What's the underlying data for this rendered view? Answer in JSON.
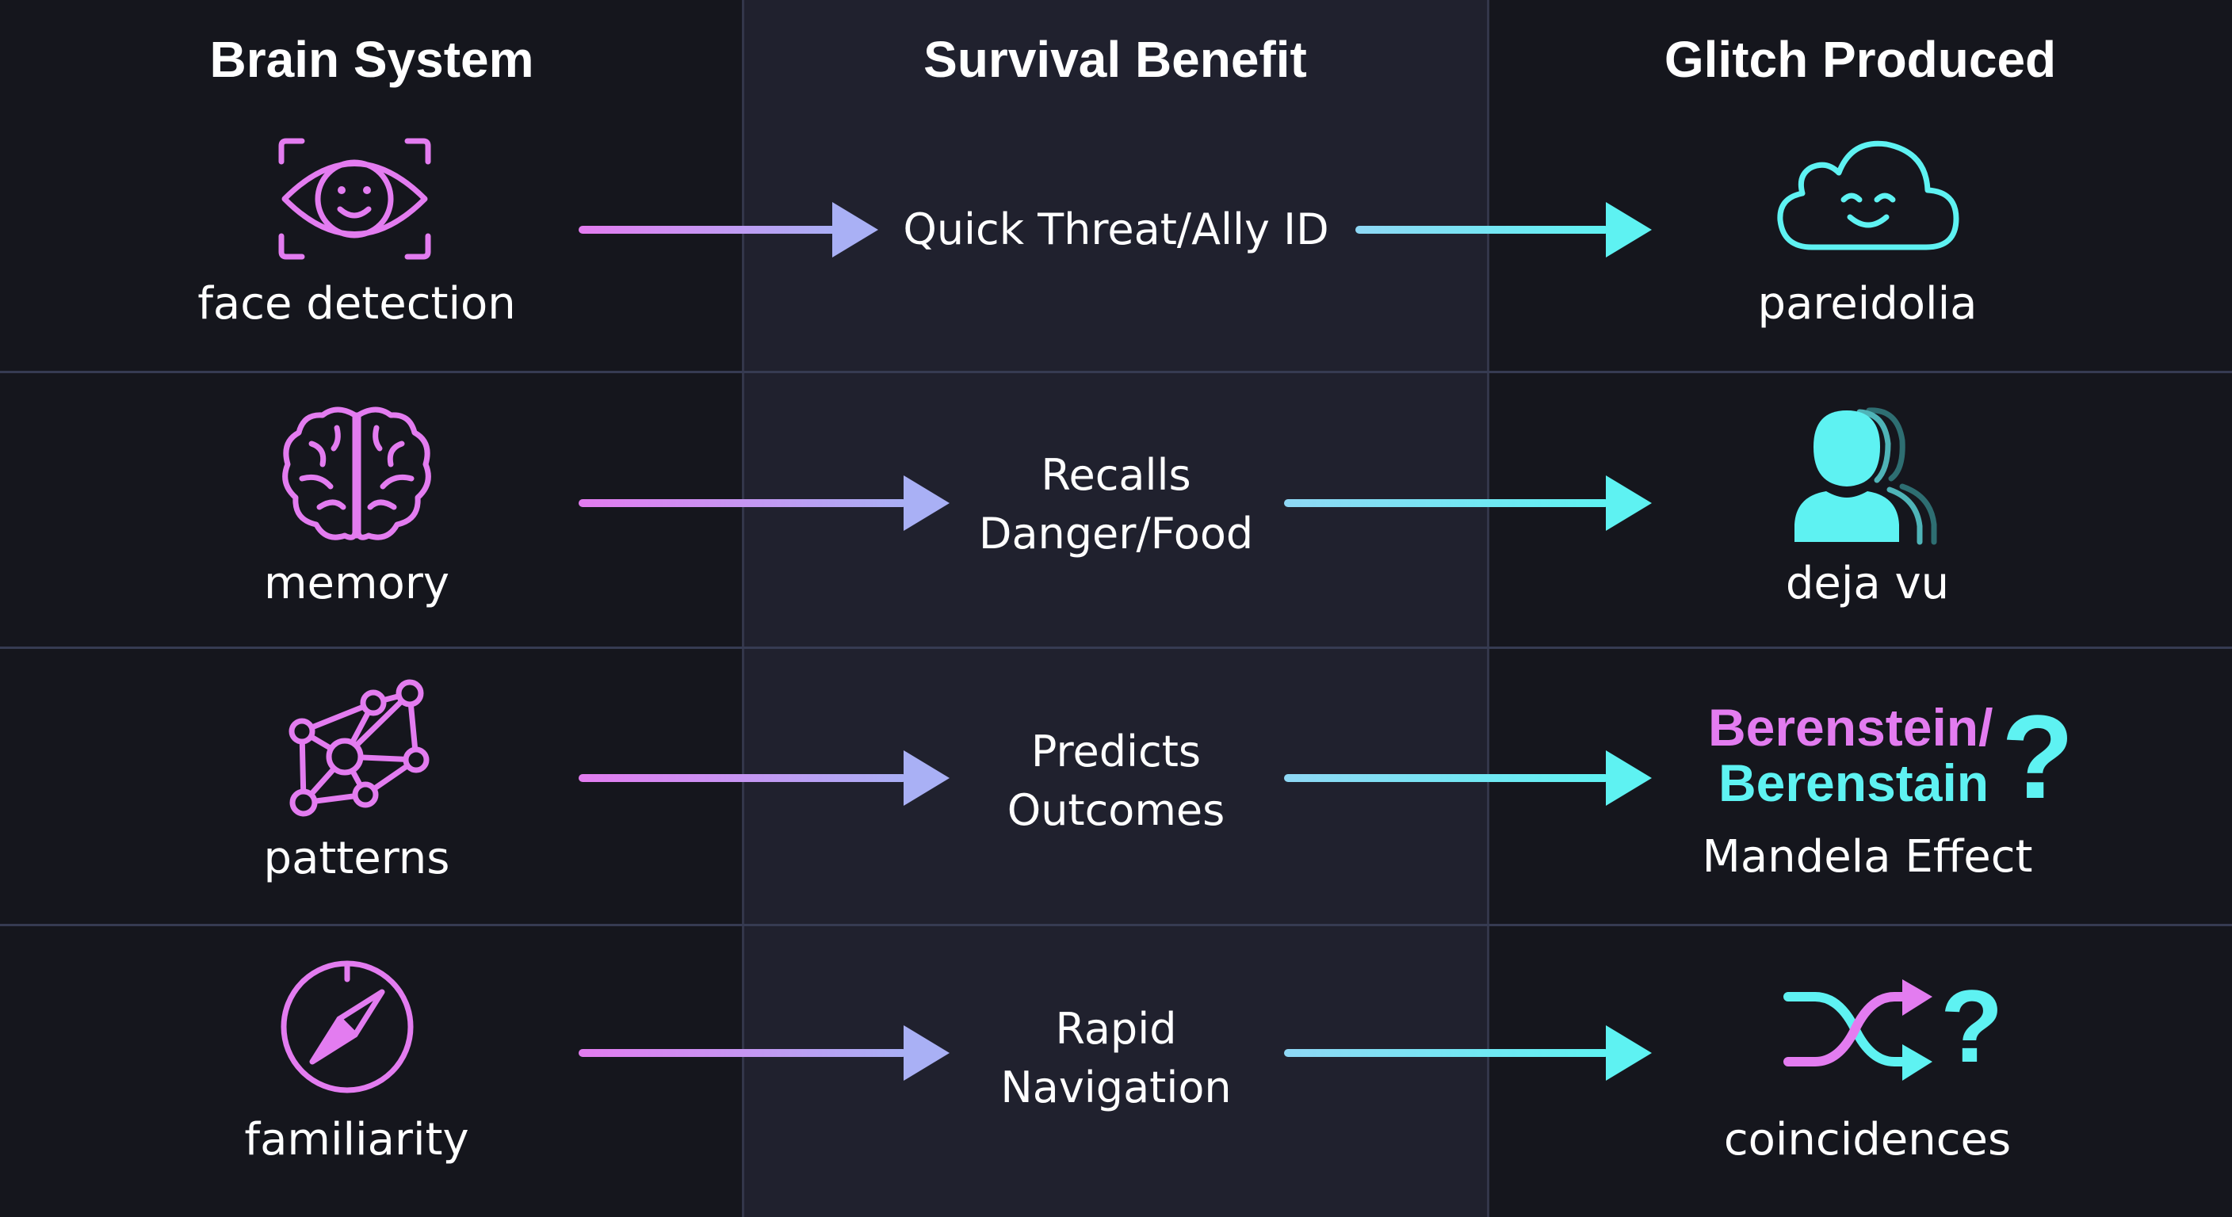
{
  "headers": {
    "brain_system": "Brain System",
    "survival_benefit": "Survival Benefit",
    "glitch_produced": "Glitch Produced"
  },
  "rows": [
    {
      "system": "face detection",
      "system_icon": "eye-face-icon",
      "benefit": [
        "Quick Threat/Ally ID"
      ],
      "glitch": "pareidolia",
      "glitch_icon": "smiling-cloud-icon"
    },
    {
      "system": "memory",
      "system_icon": "brain-icon",
      "benefit": [
        "Recalls",
        "Danger/Food"
      ],
      "glitch": "deja vu",
      "glitch_icon": "duplicate-person-icon"
    },
    {
      "system": "patterns",
      "system_icon": "network-nodes-icon",
      "benefit": [
        "Predicts",
        "Outcomes"
      ],
      "glitch": "Mandela Effect",
      "glitch_icon": "question-mark-icon",
      "glitch_word_1": "Berenstein/",
      "glitch_word_2": "Berenstain",
      "glitch_symbol": "?"
    },
    {
      "system": "familiarity",
      "system_icon": "compass-icon",
      "benefit": [
        "Rapid",
        "Navigation"
      ],
      "glitch": "coincidences",
      "glitch_icon": "shuffle-icon",
      "glitch_symbol": "?"
    }
  ],
  "colors": {
    "magenta": "#e37cf0",
    "cyan": "#5ef2f2",
    "lavender": "#a9b0f5",
    "background": "#15161d",
    "middle_column": "#20212e"
  }
}
